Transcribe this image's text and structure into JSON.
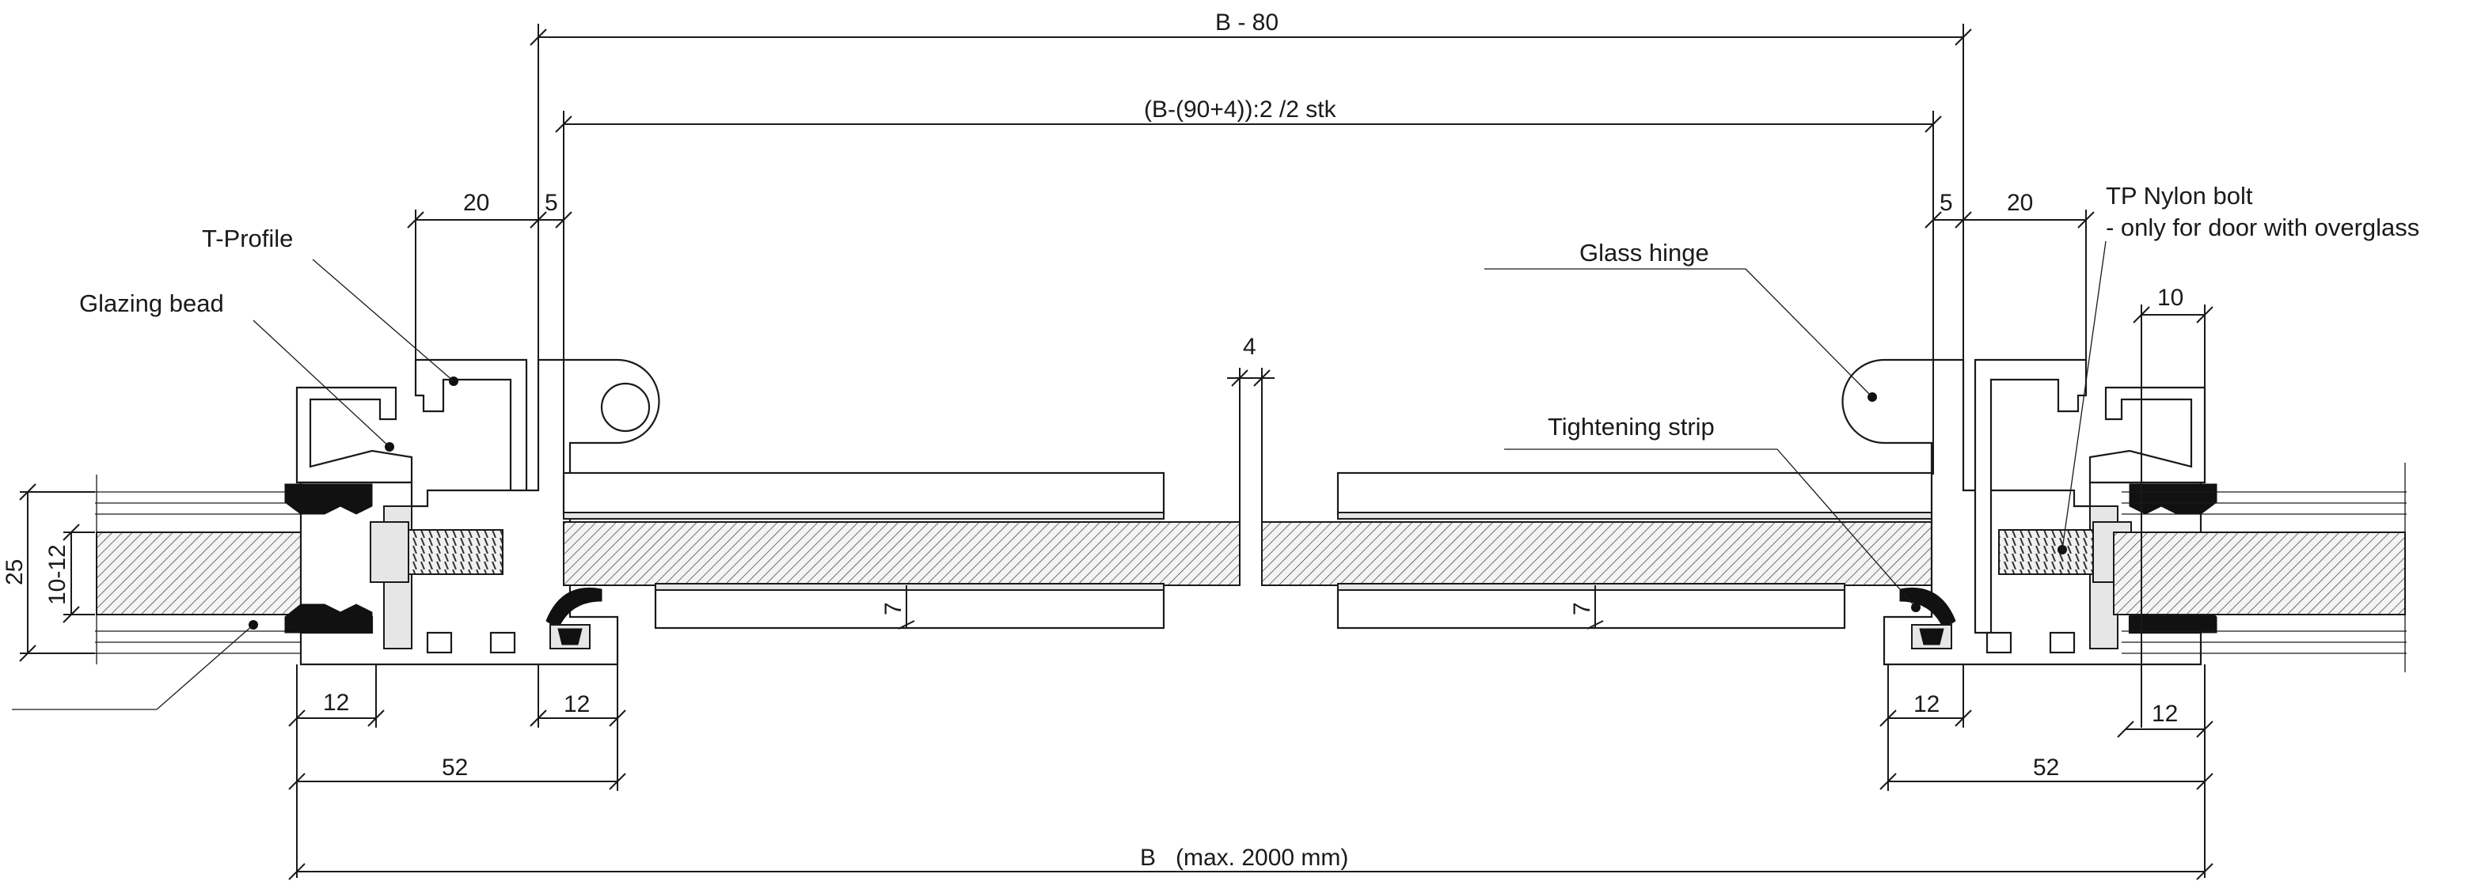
{
  "labels": {
    "t_profile": "T-Profile",
    "glazing_bead": "Glazing bead",
    "glass_hinge": "Glass hinge",
    "tightening_strip": "Tightening strip",
    "tp_nylon_bolt_1": "TP Nylon bolt",
    "tp_nylon_bolt_2": "- only for door with overglass"
  },
  "dimensions": {
    "b_minus_80": "B - 80",
    "glass_width": "(B-(90+4)):2  /2 stk",
    "left_20": "20",
    "left_5": "5",
    "right_5": "5",
    "right_20": "20",
    "gap_4": "4",
    "right_10": "10",
    "left_25": "25",
    "left_10_12": "10-12",
    "left_7": "7",
    "right_7": "7",
    "left_12_a": "12",
    "left_12_b": "12",
    "right_12_a": "12",
    "right_12_b": "12",
    "left_52": "52",
    "right_52": "52",
    "total_b": "B   (max. 2000 mm)"
  }
}
